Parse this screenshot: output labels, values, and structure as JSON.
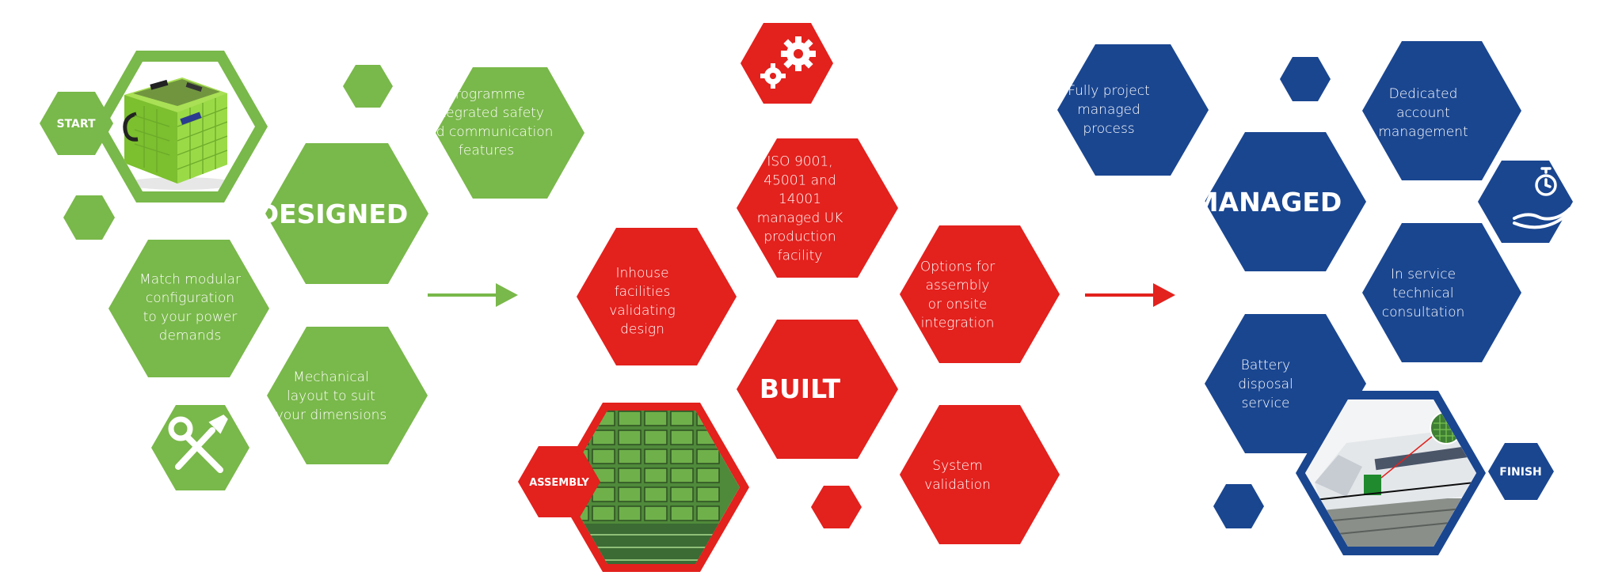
{
  "colors": {
    "green": "#79b84a",
    "red": "#e3211d",
    "blue": "#1a4690"
  },
  "stages": [
    {
      "title": "DESIGNED",
      "badges": {
        "start": "START"
      },
      "items": [
        "Programme integrated safety and communication features",
        "Match modular configuration to your power demands",
        "Mechanical layout to suit your dimensions"
      ],
      "icons": [
        "battery-image",
        "wrench-screwdriver-icon"
      ]
    },
    {
      "title": "BUILT",
      "badges": {
        "assembly": "ASSEMBLY"
      },
      "items": [
        "ISO 9001, 45001 and 14001 managed UK production facility",
        "Inhouse facilities validating design",
        "Options for assembly or onsite integration",
        "System validation"
      ],
      "icons": [
        "gears-icon",
        "battery-modules-image"
      ]
    },
    {
      "title": "MANAGED",
      "badges": {
        "finish": "FINISH"
      },
      "items": [
        "Fully project managed process",
        "Dedicated account management",
        "In service technical consultation",
        "Battery disposal service"
      ],
      "icons": [
        "stopwatch-hand-icon",
        "train-image"
      ]
    }
  ]
}
